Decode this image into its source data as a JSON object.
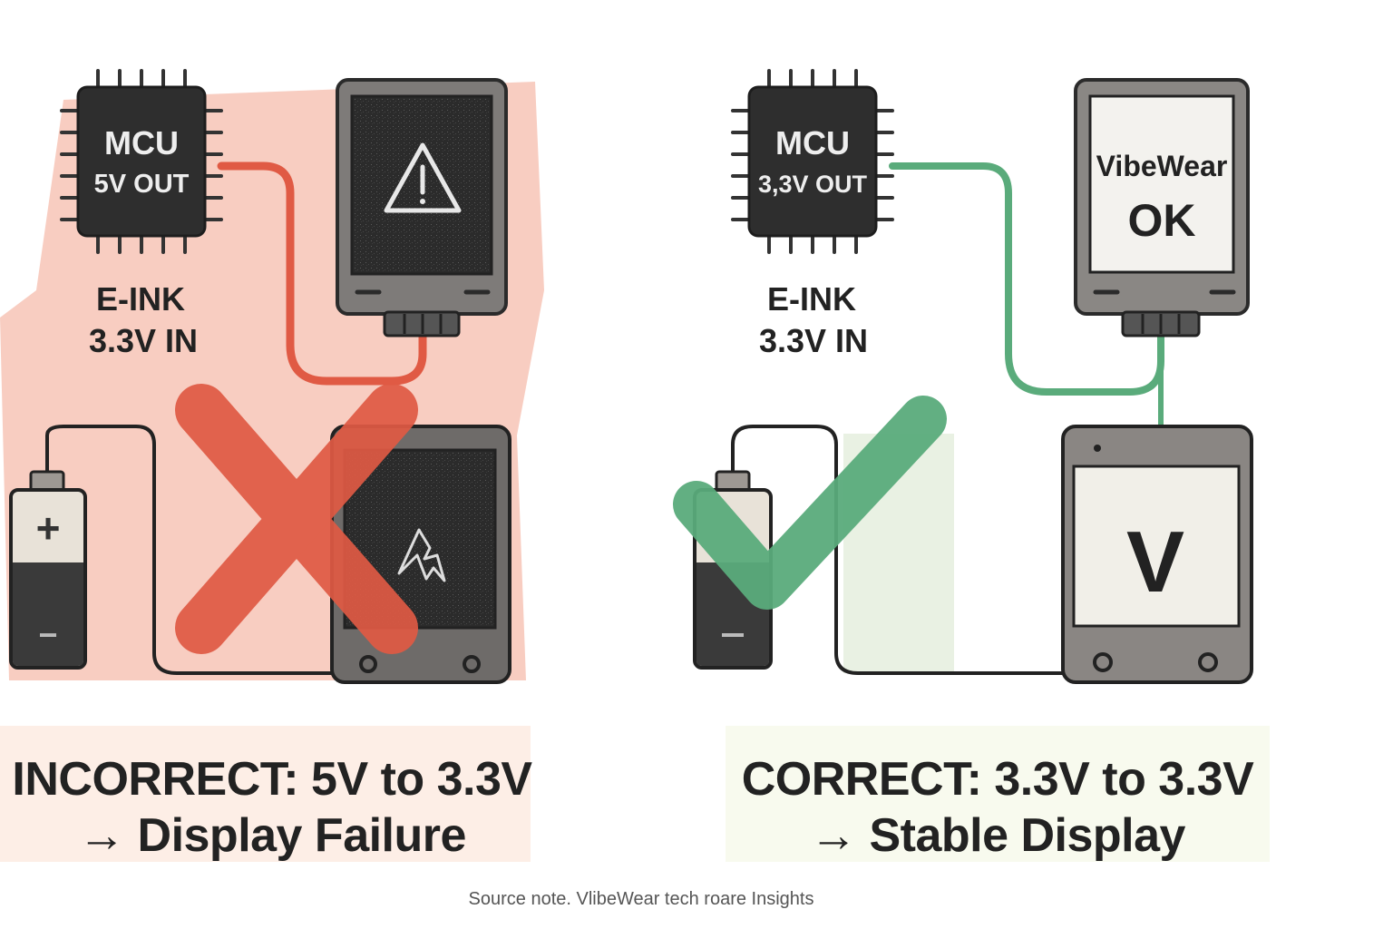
{
  "left_panel": {
    "mcu": {
      "line1": "MCU",
      "line2": "5V OUT"
    },
    "eink": {
      "line1": "E-INK",
      "line2": "3.3V IN"
    },
    "caption": {
      "line1": "INCORRECT:  5V to 3.3V",
      "line2": "→ Display Failure"
    },
    "accent": "#e05a44"
  },
  "right_panel": {
    "mcu": {
      "line1": "MCU",
      "line2": "3,3V OUT"
    },
    "eink": {
      "line1": "E-INK",
      "line2": "3.3V IN"
    },
    "display_text": {
      "line1": "VibeWear",
      "line2": "OK"
    },
    "tablet_glyph": "V",
    "caption": {
      "line1": "CORRECT:  3.3V to 3.3V",
      "line2": "→ Stable Display"
    },
    "accent": "#5aab7b"
  },
  "battery": {
    "plus": "+",
    "minus": "−"
  },
  "source_note": "Source note. VlibeWear tech roare Insights"
}
